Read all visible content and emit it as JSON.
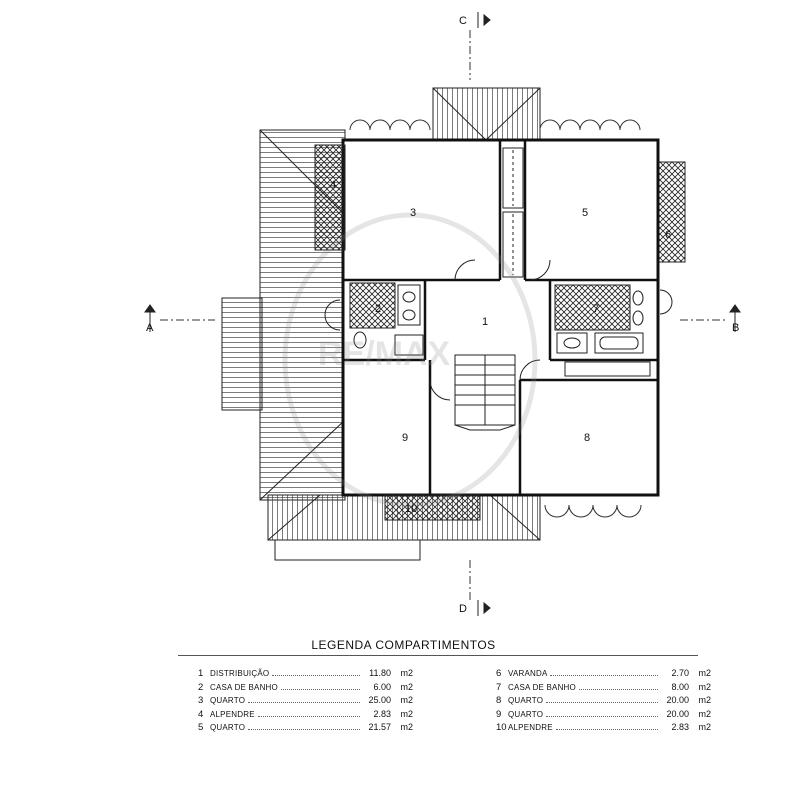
{
  "plan": {
    "rooms": [
      {
        "id": "1",
        "label": "1"
      },
      {
        "id": "2",
        "label": "2"
      },
      {
        "id": "3",
        "label": "3"
      },
      {
        "id": "4",
        "label": "4"
      },
      {
        "id": "5",
        "label": "5"
      },
      {
        "id": "6",
        "label": "6"
      },
      {
        "id": "7",
        "label": "7"
      },
      {
        "id": "8",
        "label": "8"
      },
      {
        "id": "9",
        "label": "9"
      },
      {
        "id": "10",
        "label": "10"
      }
    ],
    "section_markers": [
      "A",
      "B",
      "C",
      "D"
    ],
    "watermark": "RE/MAX"
  },
  "legend": {
    "title": "LEGENDA COMPARTIMENTOS",
    "left": [
      {
        "num": "1",
        "name": "DISTRIBUIÇÃO",
        "value": "11.80",
        "unit": "m2"
      },
      {
        "num": "2",
        "name": "CASA DE BANHO",
        "value": "6.00",
        "unit": "m2"
      },
      {
        "num": "3",
        "name": "QUARTO",
        "value": "25.00",
        "unit": "m2"
      },
      {
        "num": "4",
        "name": "ALPENDRE",
        "value": "2.83",
        "unit": "m2"
      },
      {
        "num": "5",
        "name": "QUARTO",
        "value": "21.57",
        "unit": "m2"
      }
    ],
    "right": [
      {
        "num": "6",
        "name": "VARANDA",
        "value": "2.70",
        "unit": "m2"
      },
      {
        "num": "7",
        "name": "CASA DE BANHO",
        "value": "8.00",
        "unit": "m2"
      },
      {
        "num": "8",
        "name": "QUARTO",
        "value": "20.00",
        "unit": "m2"
      },
      {
        "num": "9",
        "name": "QUARTO",
        "value": "20.00",
        "unit": "m2"
      },
      {
        "num": "10",
        "name": "ALPENDRE",
        "value": "2.83",
        "unit": "m2"
      }
    ]
  }
}
